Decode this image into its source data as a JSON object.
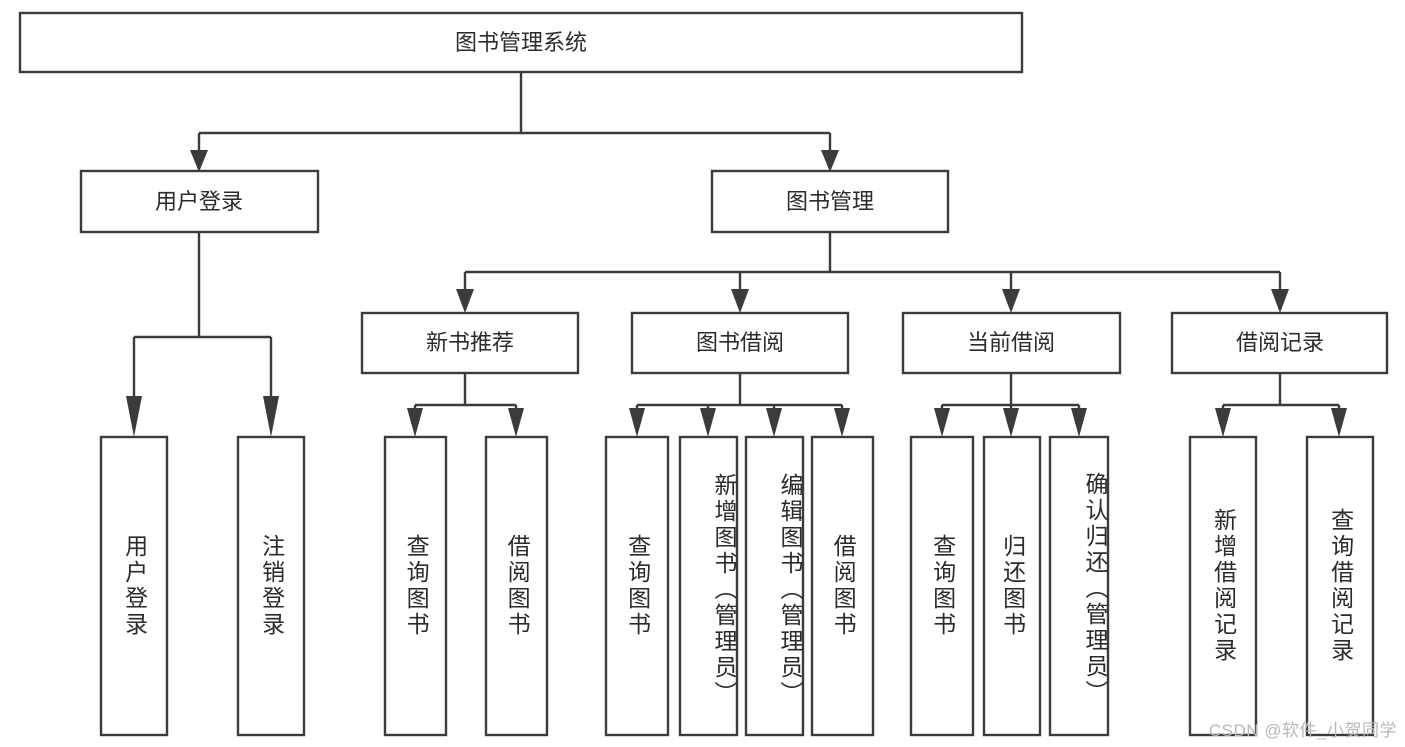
{
  "diagram": {
    "type": "tree-hierarchy",
    "title": "图书管理系统",
    "background_color": "#ffffff",
    "line_color": "#3b3b3b",
    "text_color": "#2b2b2b",
    "root": {
      "label": "图书管理系统"
    },
    "level1": [
      {
        "label": "用户登录"
      },
      {
        "label": "图书管理"
      }
    ],
    "level2": [
      {
        "label": "新书推荐"
      },
      {
        "label": "图书借阅"
      },
      {
        "label": "当前借阅"
      },
      {
        "label": "借阅记录"
      }
    ],
    "leaves": {
      "user_login": [
        {
          "label": "用户登录"
        },
        {
          "label": "注销登录"
        }
      ],
      "new_book_recommend": [
        {
          "label": "查询图书"
        },
        {
          "label": "借阅图书"
        }
      ],
      "book_borrow": [
        {
          "label": "查询图书"
        },
        {
          "label": "新增图书（管理员）"
        },
        {
          "label": "编辑图书（管理员）"
        },
        {
          "label": "借阅图书"
        }
      ],
      "current_borrow": [
        {
          "label": "查询图书"
        },
        {
          "label": "归还图书"
        },
        {
          "label": "确认归还（管理员）"
        }
      ],
      "borrow_record": [
        {
          "label": "新增借阅记录"
        },
        {
          "label": "查询借阅记录"
        }
      ]
    }
  },
  "watermark": {
    "text": "CSDN @软件_小贺同学"
  }
}
